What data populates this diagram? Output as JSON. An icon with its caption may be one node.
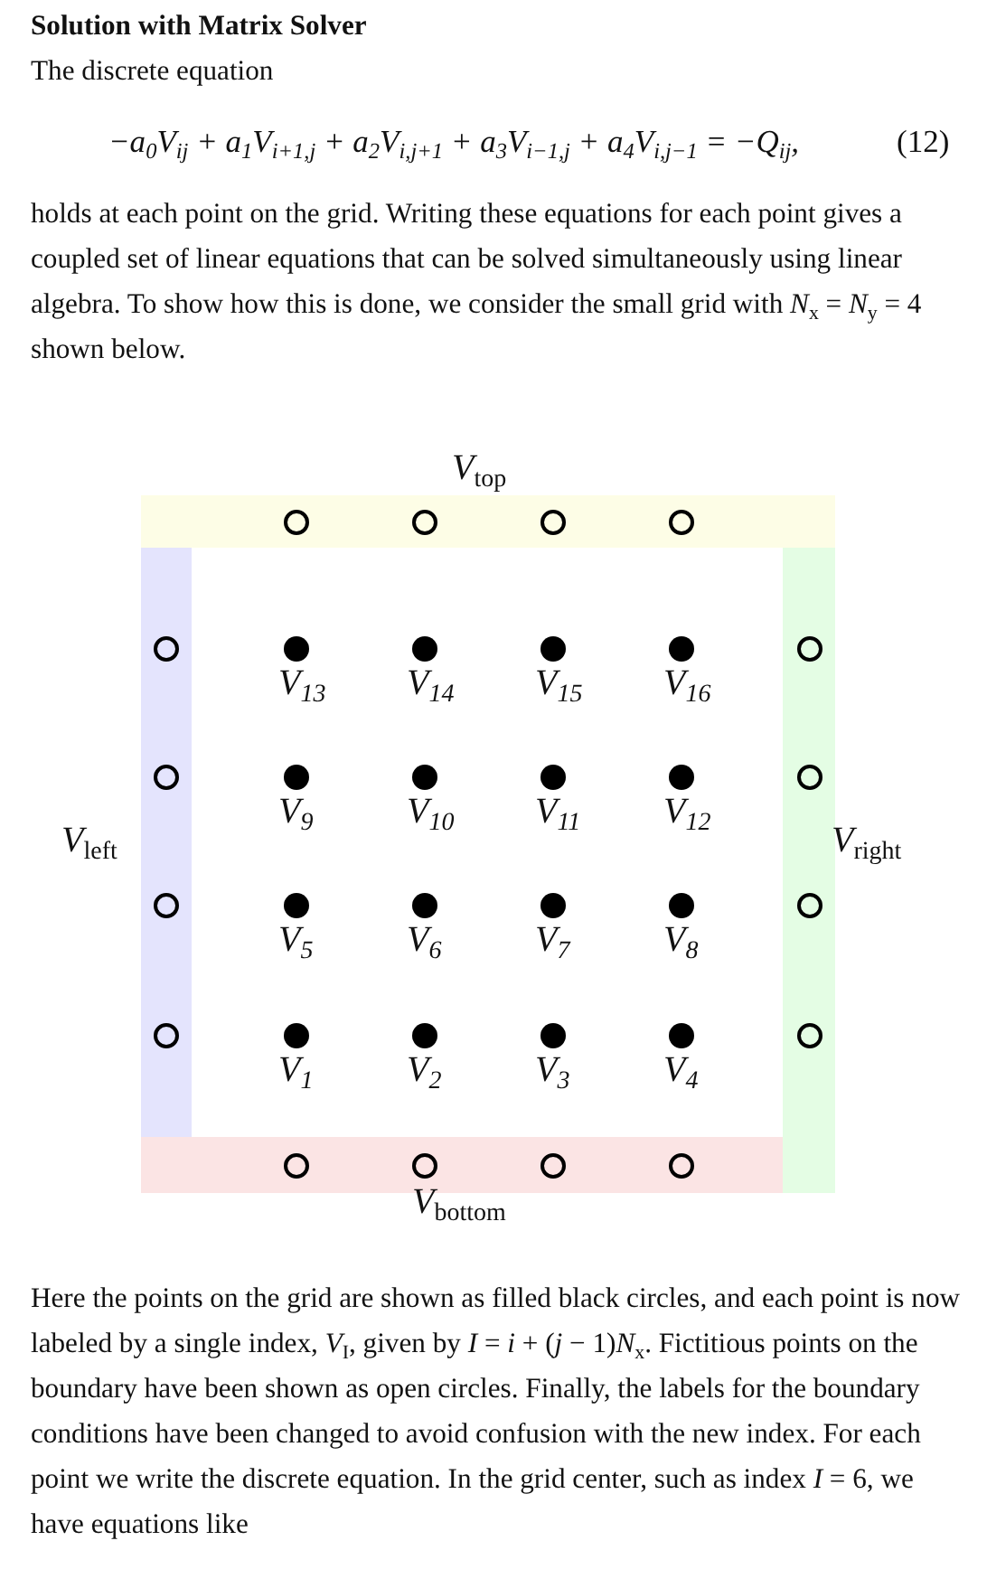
{
  "diagram": {
    "title": "Solution with Matrix Solver",
    "nodes": [
      {
        "text": [],
        "shape": "bar",
        "beside": [
          "V$_{top}$"
        ]
      },
      {
        "text": [],
        "shape": "circle",
        "in": 0
      },
      {
        "text": [],
        "shape": "circle",
        "in": 0
      },
      {
        "text": [],
        "shape": "circle",
        "in": 0
      },
      {
        "text": [],
        "shape": "circle",
        "in": 0
      },
      {
        "text": [],
        "shape": "bar",
        "beside": [
          "V$_{left}$"
        ]
      },
      {
        "text": [],
        "shape": "circle",
        "in": 5
      },
      {
        "text": [],
        "shape": "circle",
        "in": 5
      },
      {
        "text": [],
        "shape": "circle",
        "in": 5
      },
      {
        "text": [],
        "shape": "circle",
        "in": 5
      },
      {
        "text": [],
        "shape": "bar",
        "beside": [
          "V$_{right}$"
        ]
      },
      {
        "text": [],
        "shape": "circle",
        "in": 10
      },
      {
        "text": [],
        "shape": "circle",
        "in": 10
      },
      {
        "text": [],
        "shape": "circle",
        "in": 10
      },
      {
        "text": [],
        "shape": "circle",
        "in": 10
      },
      {
        "text": [],
        "shape": "bar",
        "beside": [
          "V$_{bottom}$"
        ]
      },
      {
        "text": [],
        "shape": "circle",
        "in": 15
      },
      {
        "text": [],
        "shape": "circle",
        "in": 15
      },
      {
        "text": [],
        "shape": "circle",
        "in": 15
      },
      {
        "text": [],
        "shape": "circle",
        "in": 15
      },
      {
        "text": [],
        "shape": "dot",
        "beside": [
          "V$_{13}$"
        ]
      },
      {
        "text": [],
        "shape": "dot",
        "beside": [
          "V$_{14}$"
        ]
      },
      {
        "text": [],
        "shape": "dot",
        "beside": [
          "V$_{15}$"
        ]
      },
      {
        "text": [],
        "shape": "dot",
        "beside": [
          "V$_{16}$"
        ]
      },
      {
        "text": [],
        "shape": "dot",
        "beside": [
          "V$_{9}$"
        ]
      },
      {
        "text": [],
        "shape": "dot",
        "beside": [
          "V$_{10}$"
        ]
      },
      {
        "text": [],
        "shape": "dot",
        "beside": [
          "V$_{11}$"
        ]
      },
      {
        "text": [],
        "shape": "dot",
        "beside": [
          "V$_{12}$"
        ]
      },
      {
        "text": [],
        "shape": "dot",
        "beside": [
          "V$_{5}$"
        ]
      },
      {
        "text": [],
        "shape": "dot",
        "beside": [
          "V$_{6}$"
        ]
      },
      {
        "text": [],
        "shape": "dot",
        "beside": [
          "V$_{7}$"
        ]
      },
      {
        "text": [],
        "shape": "dot",
        "beside": [
          "V$_{8}$"
        ]
      },
      {
        "text": [],
        "shape": "dot",
        "beside": [
          "V$_{1}$"
        ]
      },
      {
        "text": [],
        "shape": "dot",
        "beside": [
          "V$_{2}$"
        ]
      },
      {
        "text": [],
        "shape": "dot",
        "beside": [
          "V$_{3}$"
        ]
      },
      {
        "text": [],
        "shape": "dot",
        "beside": [
          "V$_{4}$"
        ]
      }
    ],
    "labels": [
      "The discrete equation",
      "−a$_{0}$V$_{ij}$ + a$_{1}$V$_{i+1,j}$ + a$_{2}$V$_{i,j+1}$ + a$_{3}$V$_{i−1,j}$ + a$_{4}$V$_{i,j−1}$ = −Q$_{ij}$,",
      "(12)",
      "holds at each point on the grid. Writing these equations for each point gives a coupled set of linear equations that can be solved simultaneously using linear algebra. To show how this is done, we consider the small grid with *N*$_{x}$ = *N*$_{y}$ = 4 shown below.",
      "Here the points on the grid are shown as filled black circles, and each point is now labeled by a single index, *V*$_{I}$, given by *I* = *i* + (*j* − 1)*N*$_{x}$. Fictitious points on the boundary have been shown as open circles. Finally, the labels for the boundary conditions have been changed to avoid confusion with the new index. For each point we write the discrete equation. In the grid center, such as index *I* = 6, we have equations like"
    ]
  }
}
